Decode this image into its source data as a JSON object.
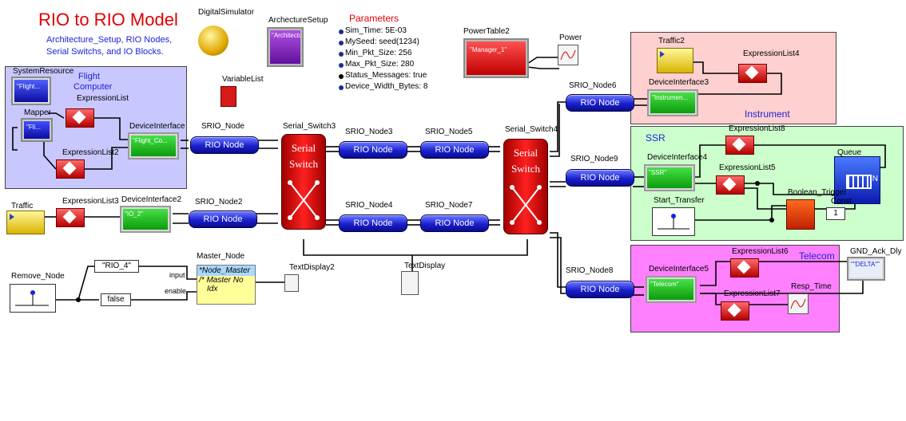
{
  "title": "RIO to RIO Model",
  "subtitle_lines": [
    "Architecture_Setup, RIO Nodes,",
    "Serial Switchs, and IO Blocks."
  ],
  "parameters": {
    "heading": "Parameters",
    "items": [
      "Sim_Time: 5E-03",
      "MySeed: seed(1234)",
      "Min_Pkt_Size: 256",
      "Max_Pkt_Size: 280",
      "Status_Messages: true",
      "Device_Width_Bytes: 8"
    ]
  },
  "blocks": {
    "digital_simulator": "DigitalSimulator",
    "architecture_setup": "ArchectureSetup",
    "architecture_setup_inner": "\"Architectu...",
    "variable_list": "VariableList",
    "power_table": "PowerTable2",
    "power_table_inner": "\"Manager_1\"",
    "power": "Power",
    "system_resource": "SystemResource",
    "system_resource_inner": "\"Flight...",
    "mapper": "Mapper",
    "mapper_inner": "\"Fli...",
    "flight_computer_label_1": "Flight",
    "flight_computer_label_2": "Computer",
    "expression_list": "ExpressionList",
    "expression_list2": "ExpressionList2",
    "expression_list3": "ExpressionList3",
    "expression_list4": "ExpressionList4",
    "expression_list5": "ExpressionList5",
    "expression_list6": "ExpressionList6",
    "expression_list7": "ExpressionList7",
    "expression_list8": "ExpressionList8",
    "device_interface": "DeviceInterface",
    "device_interface_inner": "\"Flight_Co...",
    "device_interface2": "DeviceInterface2",
    "device_interface2_inner": "\"IO_2\"",
    "device_interface3": "DeviceInterface3",
    "device_interface3_inner": "\"Instrumen...",
    "device_interface4": "DeviceInterface4",
    "device_interface4_inner": "\"SSR\"",
    "device_interface5": "DeviceInterface5",
    "device_interface5_inner": "\"Telecom\"",
    "traffic": "Traffic",
    "traffic2": "Traffic2",
    "srio_node": "SRIO_Node",
    "srio_node2": "SRIO_Node2",
    "srio_node3": "SRIO_Node3",
    "srio_node4": "SRIO_Node4",
    "srio_node5": "SRIO_Node5",
    "srio_node6": "SRIO_Node6",
    "srio_node7": "SRIO_Node7",
    "srio_node8": "SRIO_Node8",
    "srio_node9": "SRIO_Node9",
    "rio_node_label": "RIO Node",
    "serial_switch3": "Serial_Switch3",
    "serial_switch4": "Serial_Switch4",
    "switch_line1": "Serial",
    "switch_line2": "Switch",
    "instrument": "Instrument",
    "ssr": "SSR",
    "telecom": "Telecom",
    "queue": "Queue",
    "queue_n": "N",
    "boolean_trigger": "Boolean_Trigger",
    "const": "Const",
    "const_value": "1",
    "start_transfer": "Start_Transfer",
    "gnd_ack_dly": "GND_Ack_Dly",
    "gnd_ack_dly_inner": "\"\"DELTA\"\"",
    "resp_time": "Resp_Time",
    "remove_node": "Remove_Node",
    "rio_4": "\"RIO_4\"",
    "false_value": "false",
    "input_port": "input",
    "enable_port": "enable",
    "master_node": "Master_Node",
    "master_node_line1": "*Node_Master",
    "master_node_line2": "/* Master No",
    "master_node_line3": "Idx",
    "text_display2": "TextDisplay2",
    "text_display": "TextDisplay"
  },
  "colors": {
    "title": "#e00000",
    "subtitle": "#1a23d8",
    "flight_region": "#c8c8ff",
    "instrument_region": "#ffd0d0",
    "ssr_region": "#ccffcc",
    "telecom_region": "#ff80ff",
    "rio_node": "#1a1fd0",
    "expression": "#cc1010",
    "device_interface": "#17b217",
    "switch": "#e01010"
  }
}
